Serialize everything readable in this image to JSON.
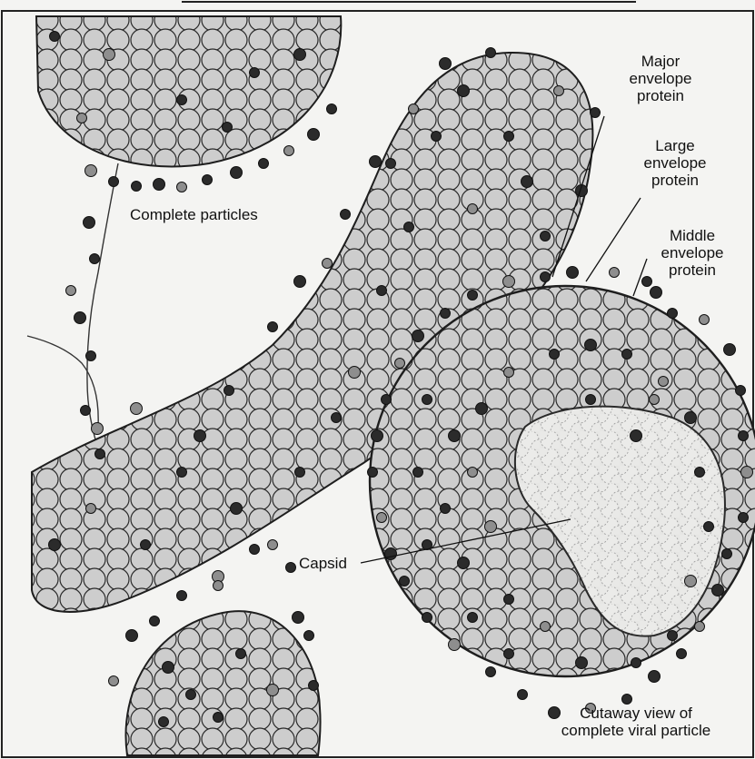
{
  "figure": {
    "labels": {
      "complete_particles": "Complete particles",
      "major_envelope_protein": "Major\nenvelope\nprotein",
      "large_envelope_protein": "Large\nenvelope\nprotein",
      "middle_envelope_protein": "Middle\nenvelope\nprotein",
      "capsid": "Capsid",
      "cutaway_view": "Cutaway view of\ncomplete viral particle"
    }
  }
}
